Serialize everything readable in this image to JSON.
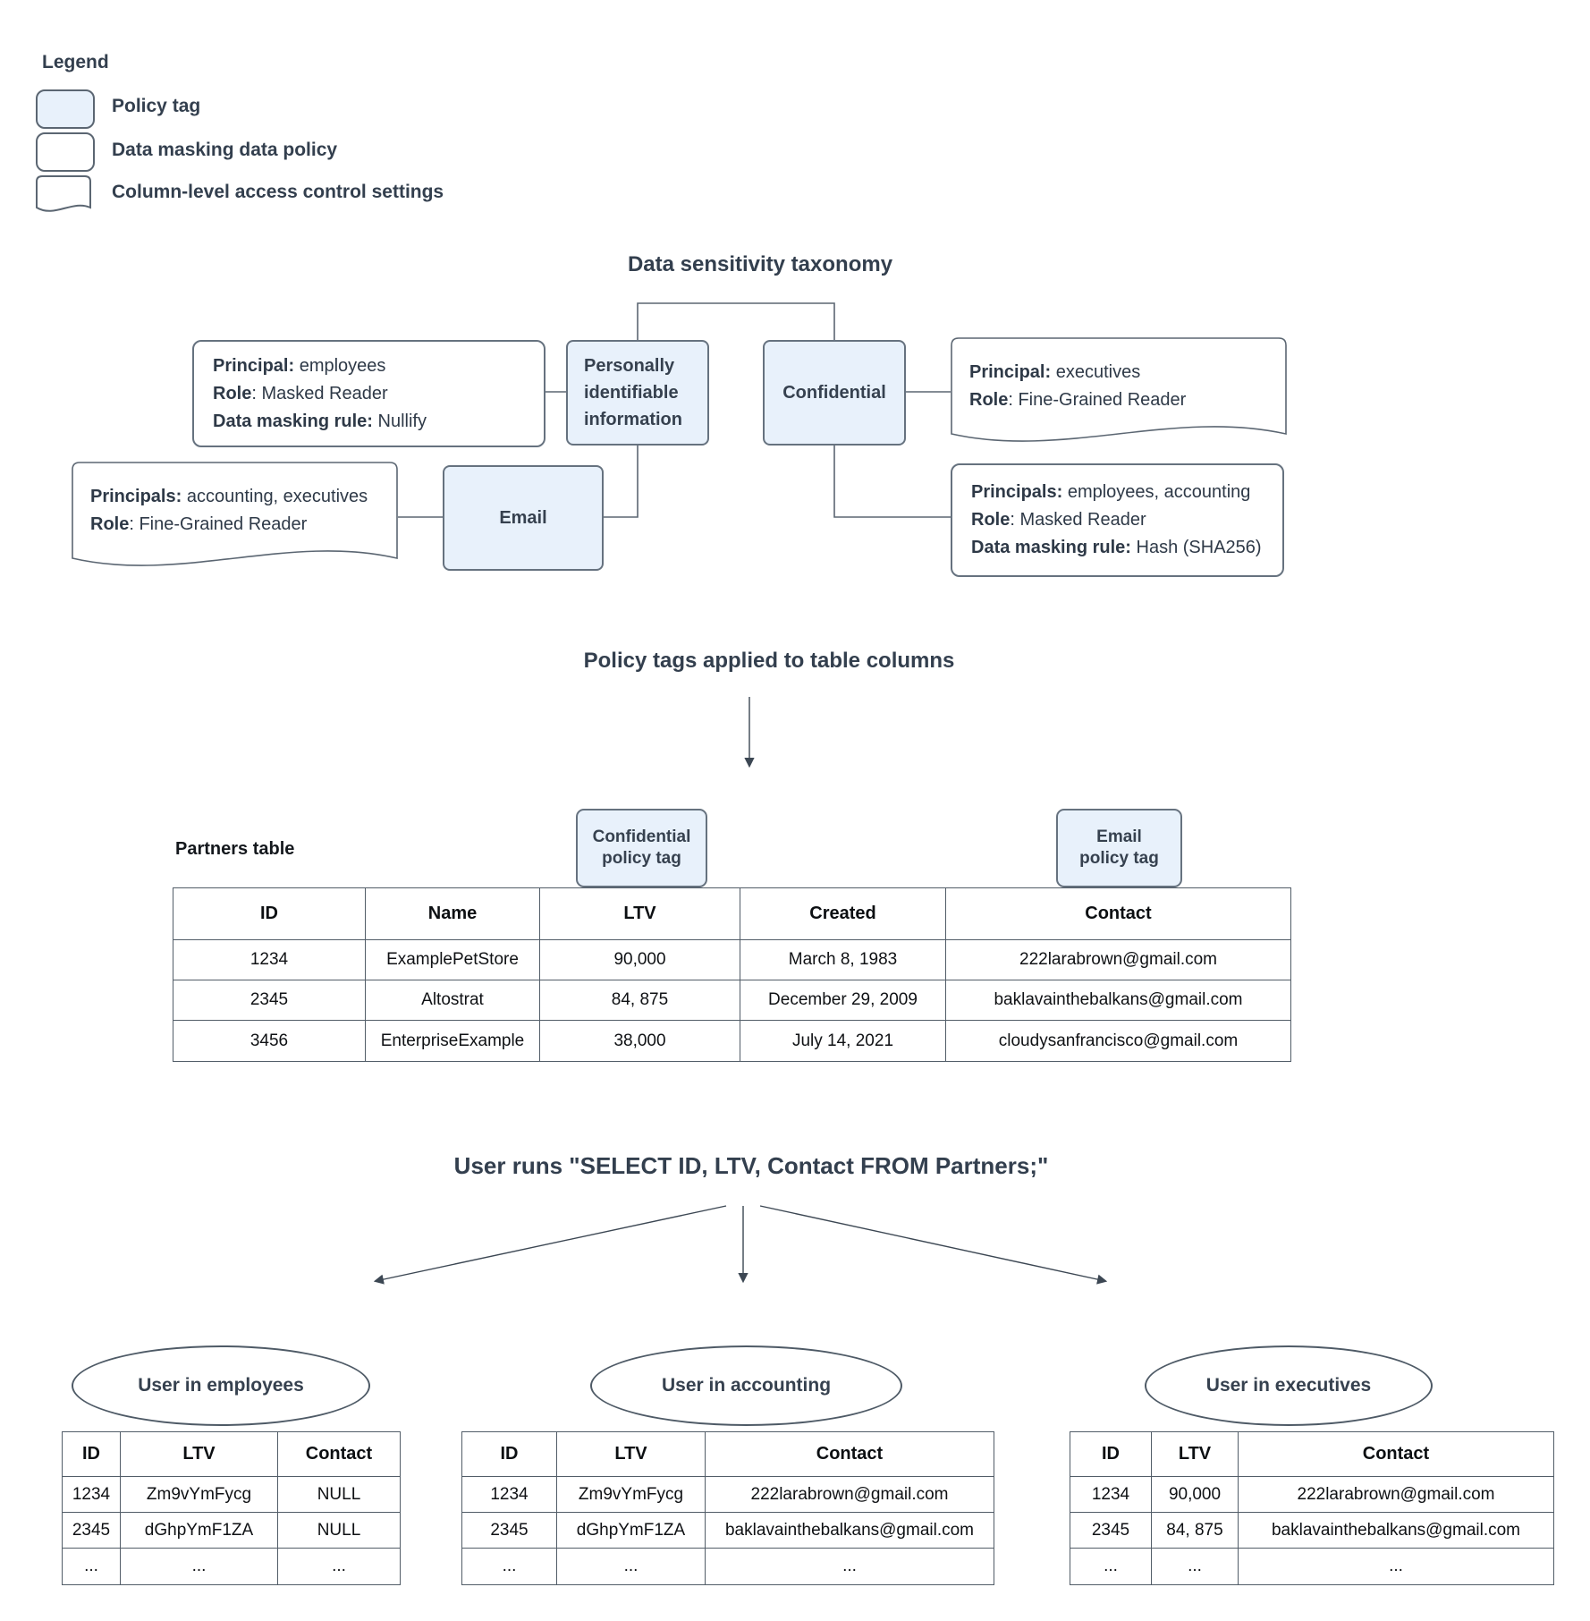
{
  "colors": {
    "tag_fill": "#e8f1fb",
    "stroke": "#66727f",
    "ink": "#333f4e"
  },
  "legend": {
    "title": "Legend",
    "policy_tag_label": "Policy tag",
    "masking_policy_label": "Data masking data policy",
    "access_control_label": "Column-level access control settings"
  },
  "taxonomy": {
    "title": "Data sensitivity taxonomy",
    "pii_tag": "Personally identifiable information",
    "confidential_tag": "Confidential",
    "email_tag": "Email",
    "nullify_policy": {
      "l1_key": "Principal:",
      "l1_val": " employees",
      "l2_key": "Role",
      "l2_val": ": Masked Reader",
      "l3_key": "Data masking rule:",
      "l3_val": " Nullify"
    },
    "executives_access": {
      "l1_key": "Principal:",
      "l1_val": " executives",
      "l2_key": "Role",
      "l2_val": ": Fine-Grained Reader"
    },
    "accounting_access": {
      "l1_key": "Principals:",
      "l1_val": " accounting, executives",
      "l2_key": "Role",
      "l2_val": ": Fine-Grained Reader"
    },
    "hash_policy": {
      "l1_key": "Principals:",
      "l1_val": " employees, accounting",
      "l2_key": "Role",
      "l2_val": ": Masked Reader",
      "l3_key": "Data masking rule:",
      "l3_val": " Hash (SHA256)"
    }
  },
  "applied_section": {
    "heading": "Policy tags applied to table columns",
    "table_label": "Partners table",
    "confidential_chip_line1": "Confidential",
    "confidential_chip_line2": "policy tag",
    "email_chip_line1": "Email",
    "email_chip_line2": "policy tag",
    "partners": {
      "headers": [
        "ID",
        "Name",
        "LTV",
        "Created",
        "Contact"
      ],
      "rows": [
        [
          "1234",
          "ExamplePetStore",
          "90,000",
          "March 8, 1983",
          "222larabrown@gmail.com"
        ],
        [
          "2345",
          "Altostrat",
          "84, 875",
          "December 29, 2009",
          "baklavainthebalkans@gmail.com"
        ],
        [
          "3456",
          "EnterpriseExample",
          "38,000",
          "July 14, 2021",
          "cloudysanfrancisco@gmail.com"
        ]
      ]
    }
  },
  "query_section": {
    "heading": "User runs \"SELECT ID, LTV, Contact FROM Partners;\"",
    "results": [
      {
        "group": "User in employees",
        "headers": [
          "ID",
          "LTV",
          "Contact"
        ],
        "rows": [
          [
            "1234",
            "Zm9vYmFycg",
            "NULL"
          ],
          [
            "2345",
            "dGhpYmF1ZA",
            "NULL"
          ],
          [
            "...",
            "...",
            "..."
          ]
        ]
      },
      {
        "group": "User in accounting",
        "headers": [
          "ID",
          "LTV",
          "Contact"
        ],
        "rows": [
          [
            "1234",
            "Zm9vYmFycg",
            "222larabrown@gmail.com"
          ],
          [
            "2345",
            "dGhpYmF1ZA",
            "baklavainthebalkans@gmail.com"
          ],
          [
            "...",
            "...",
            "..."
          ]
        ]
      },
      {
        "group": "User in executives",
        "headers": [
          "ID",
          "LTV",
          "Contact"
        ],
        "rows": [
          [
            "1234",
            "90,000",
            "222larabrown@gmail.com"
          ],
          [
            "2345",
            "84, 875",
            "baklavainthebalkans@gmail.com"
          ],
          [
            "...",
            "...",
            "..."
          ]
        ]
      }
    ]
  }
}
